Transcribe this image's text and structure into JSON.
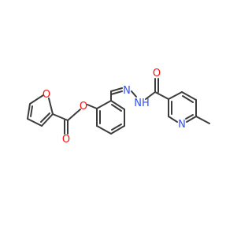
{
  "molecule": {
    "atoms": {
      "furan_O": {
        "label": "O",
        "color": "#ff0d0d"
      },
      "ester_O": {
        "label": "O",
        "color": "#ff0d0d"
      },
      "carbonyl_O_ester": {
        "label": "O",
        "color": "#ff0d0d"
      },
      "amide_O": {
        "label": "O",
        "color": "#ff0d0d"
      },
      "imine_N": {
        "label": "N",
        "color": "#3050f8"
      },
      "amide_NH": {
        "label": "NH",
        "color": "#3050f8"
      },
      "pyridine_N": {
        "label": "N",
        "color": "#3050f8"
      }
    },
    "bond_color": "#3c3c3c"
  }
}
